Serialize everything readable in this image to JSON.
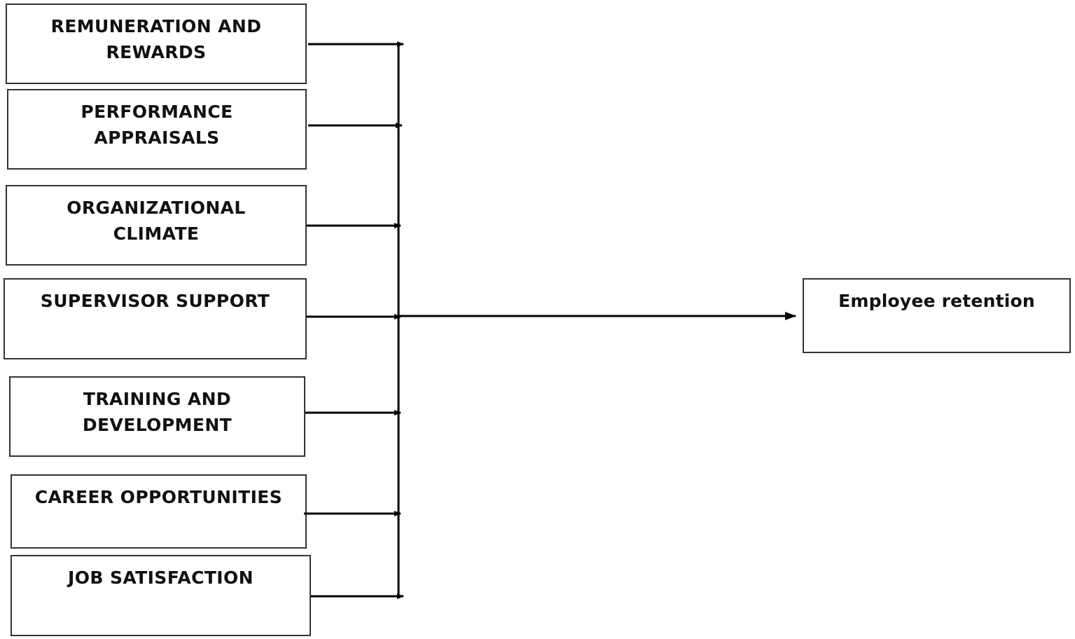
{
  "factors": [
    {
      "line1": "REMUNERATION AND",
      "line2": "REWARDS"
    },
    {
      "line1": "PERFORMANCE",
      "line2": "APPRAISALS"
    },
    {
      "line1": "ORGANIZATIONAL",
      "line2": "CLIMATE"
    },
    {
      "line1": "SUPERVISOR SUPPORT",
      "line2": ""
    },
    {
      "line1": "TRAINING AND",
      "line2": "DEVELOPMENT"
    },
    {
      "line1": "CAREER OPPORTUNITIES",
      "line2": ""
    },
    {
      "line1": "JOB SATISFACTION",
      "line2": ""
    }
  ],
  "outcome": {
    "label": "Employee retention"
  }
}
